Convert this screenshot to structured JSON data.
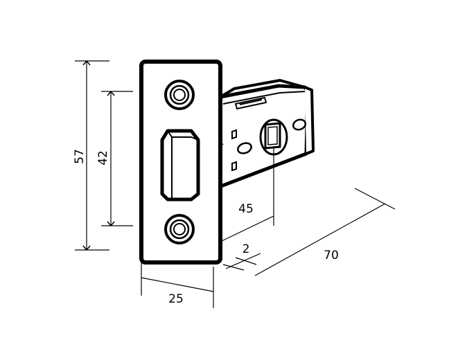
{
  "colors": {
    "line": "#000000",
    "fill": "#ffffff"
  },
  "dimensions": {
    "overall_height": "57",
    "screw_spacing": "42",
    "backset": "45",
    "faceplate_offset": "2",
    "case_depth": "70",
    "faceplate_width": "25"
  }
}
